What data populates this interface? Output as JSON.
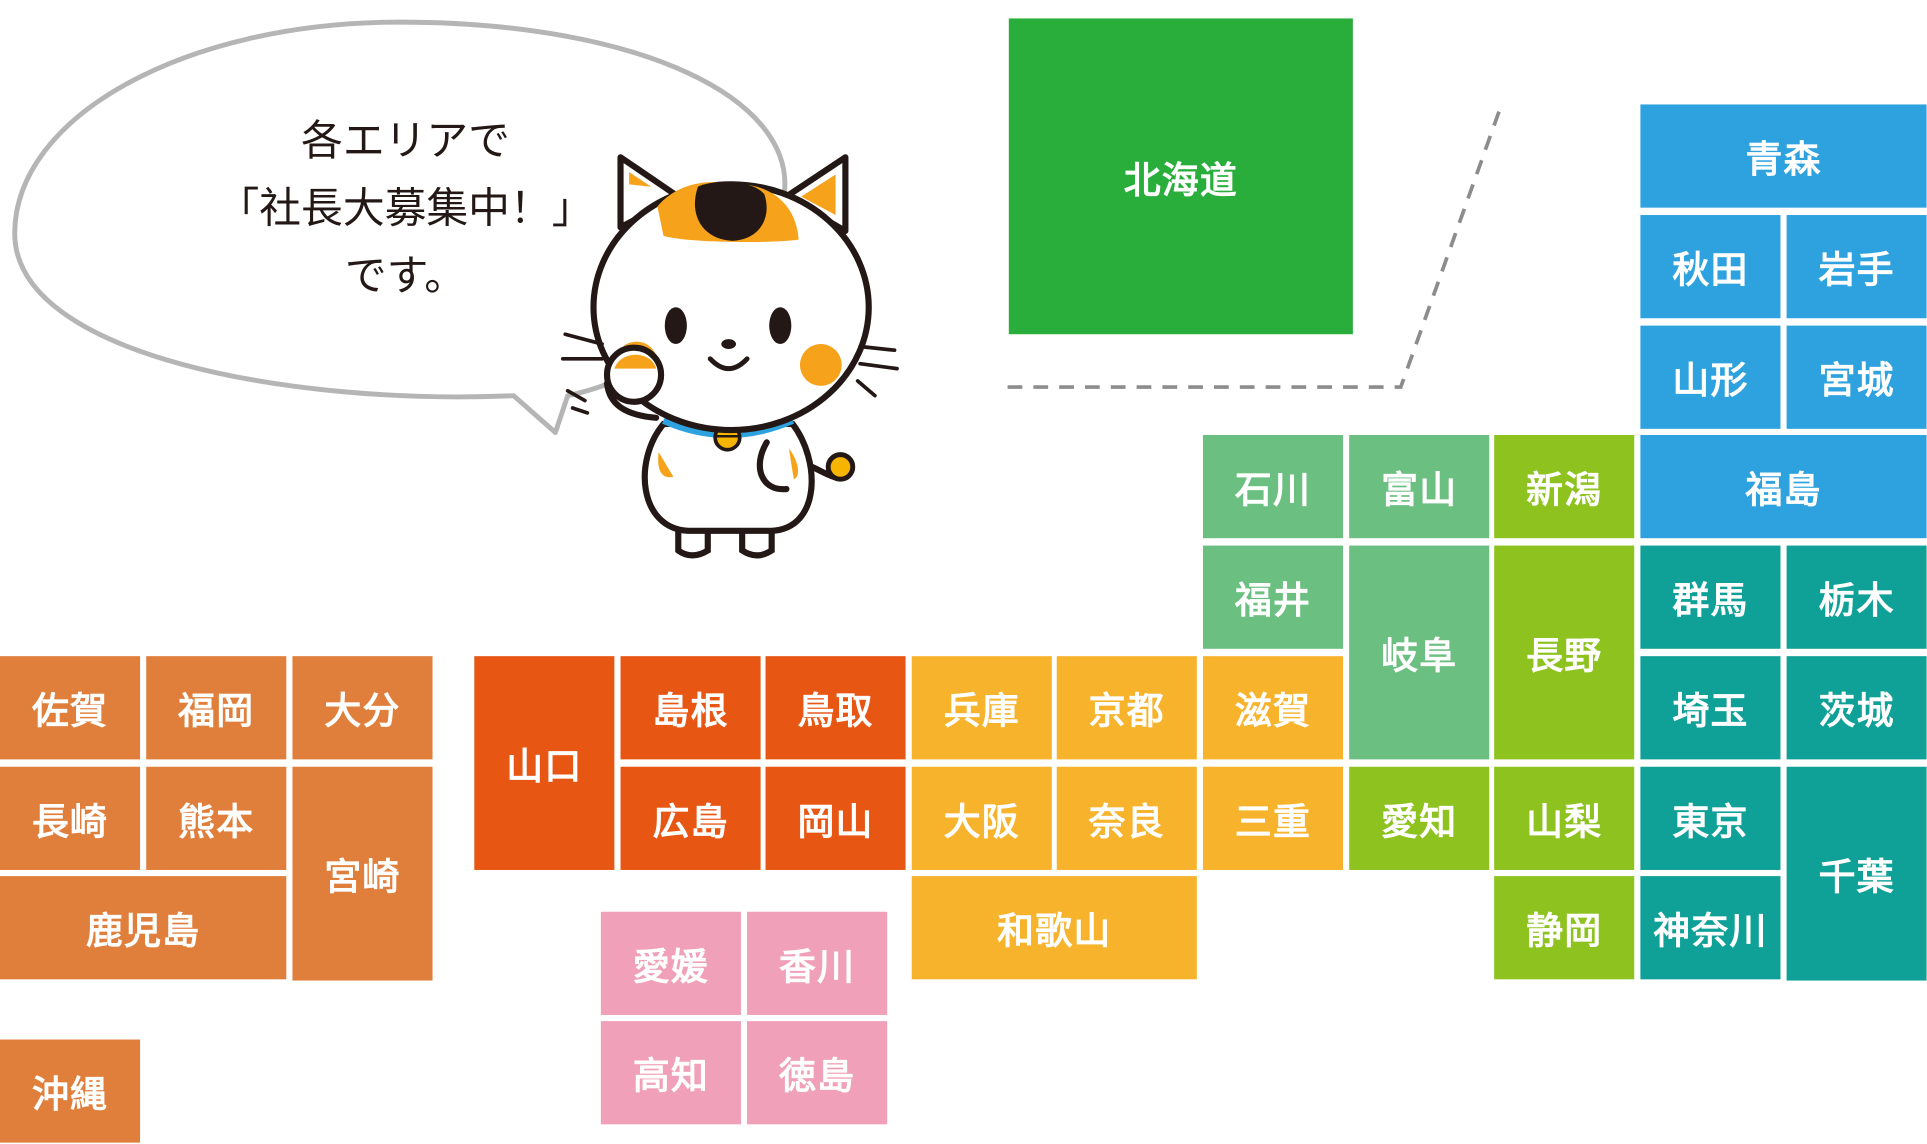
{
  "bubble": {
    "line1": "各エリアで",
    "line2": "「社長大募集中！」",
    "line3": "です。"
  },
  "colors": {
    "hokkaido": "#29ae3c",
    "tohoku": "#2ea2de",
    "kanto": "#0fa097",
    "hokuriku": "#6bbf80",
    "koshinetsu": "#8dc21f",
    "tokai_kinki": "#f6b32b",
    "chugoku": "#e85614",
    "shikoku": "#f0a0b8",
    "kyushu": "#e07f3b"
  },
  "prefectures": {
    "hokkaido": "北海道",
    "aomori": "青森",
    "akita": "秋田",
    "iwate": "岩手",
    "yamagata": "山形",
    "miyagi": "宮城",
    "fukushima": "福島",
    "ishikawa": "石川",
    "toyama": "富山",
    "niigata": "新潟",
    "fukui": "福井",
    "gifu": "岐阜",
    "nagano": "長野",
    "gunma": "群馬",
    "tochigi": "栃木",
    "saitama": "埼玉",
    "ibaraki": "茨城",
    "shiga": "滋賀",
    "mie": "三重",
    "aichi": "愛知",
    "yamanashi": "山梨",
    "tokyo": "東京",
    "chiba": "千葉",
    "shizuoka": "静岡",
    "kanagawa": "神奈川",
    "hyogo": "兵庫",
    "kyoto": "京都",
    "osaka": "大阪",
    "nara": "奈良",
    "wakayama": "和歌山",
    "yamaguchi": "山口",
    "shimane": "島根",
    "tottori": "鳥取",
    "hiroshima": "広島",
    "okayama": "岡山",
    "ehime": "愛媛",
    "kagawa": "香川",
    "kochi": "高知",
    "tokushima": "徳島",
    "saga": "佐賀",
    "fukuoka": "福岡",
    "oita": "大分",
    "nagasaki": "長崎",
    "kumamoto": "熊本",
    "miyazaki": "宮崎",
    "kagoshima": "鹿児島",
    "okinawa": "沖縄"
  }
}
